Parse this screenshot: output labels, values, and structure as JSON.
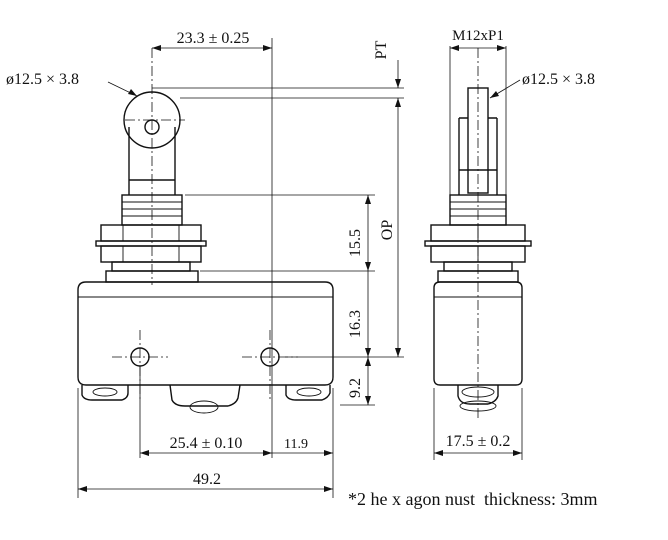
{
  "dimensions": {
    "roller_spacing": "23.3 ± 0.25",
    "pretravel": "PT",
    "roller_front": "ø12.5 × 3.8",
    "thread": "M12xP1",
    "roller_side": "ø12.5 × 3.8",
    "bushing_height": "15.5",
    "operating_position": "OP",
    "body_upper": "16.3",
    "body_lower": "9.2",
    "hole_spacing": "25.4 ± 0.10",
    "hole_to_edge": "11.9",
    "overall_width": "49.2",
    "side_width": "17.5 ± 0.2"
  },
  "note": "*2 he x agon nust  thickness: 3mm"
}
